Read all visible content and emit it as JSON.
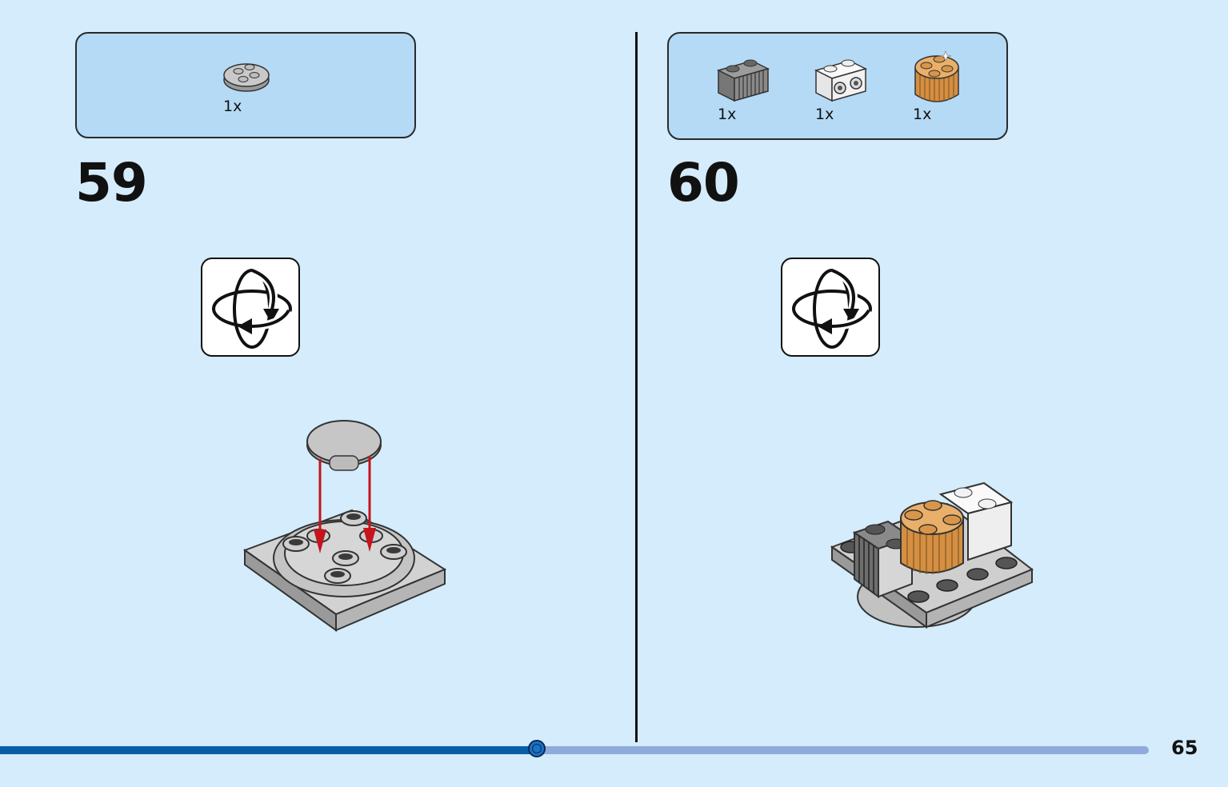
{
  "left_step": {
    "number": "59",
    "parts": [
      {
        "name": "light-gray-round-plate-2x2",
        "qty": "1x",
        "color": "#c2c2c2"
      }
    ]
  },
  "right_step": {
    "number": "60",
    "parts": [
      {
        "name": "dark-gray-grille-brick-1x2",
        "qty": "1x",
        "color": "#8a8a8a"
      },
      {
        "name": "white-brick-1x2-with-studs-on-side",
        "qty": "1x",
        "color": "#f4f4f4"
      },
      {
        "name": "gold-round-brick-2x2-grille",
        "qty": "1x",
        "color": "#e0a35c"
      }
    ]
  },
  "icons": {
    "rotate": "rotate-model-icon",
    "arrow": "red-down-arrow"
  },
  "progress": {
    "fraction": 0.467
  },
  "page_number": "65",
  "colors": {
    "background": "#d4ecfb",
    "parts_box": "#b5daf6",
    "progress_fill": "#0a5ea8",
    "progress_track": "#8fabdb",
    "arrow": "#c4141c"
  }
}
